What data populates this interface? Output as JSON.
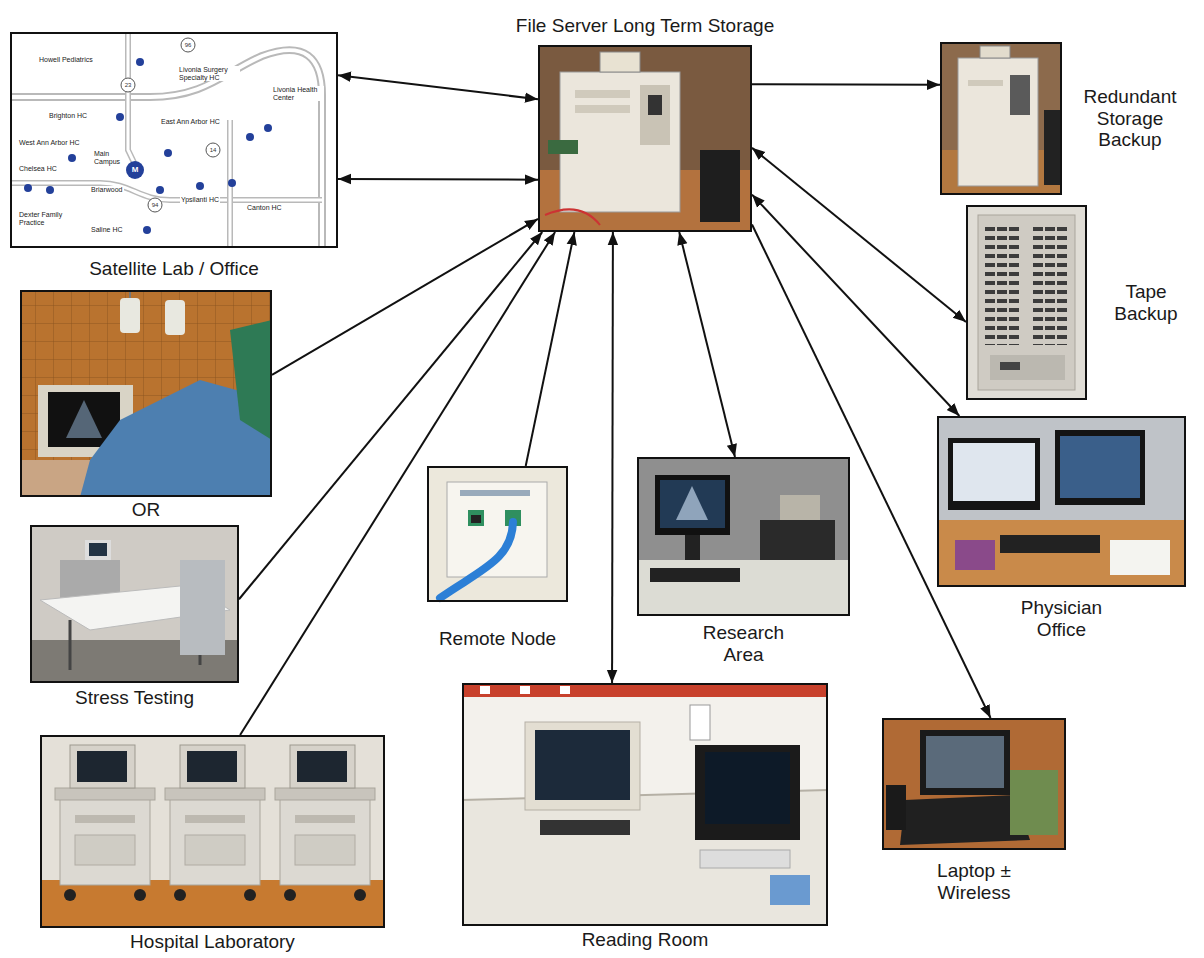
{
  "diagram": {
    "nodes": [
      {
        "text": [
          "File Server Long Term Storage"
        ]
      },
      {
        "text": [
          "Satellite Lab / Office"
        ]
      },
      {
        "text": [
          "Redundant Storage Backup"
        ]
      },
      {
        "text": [
          "Tape Backup"
        ]
      },
      {
        "text": [
          "OR"
        ]
      },
      {
        "text": [
          "Physician Office"
        ]
      },
      {
        "text": [
          "Stress Testing"
        ]
      },
      {
        "text": [
          "Remote Node"
        ]
      },
      {
        "text": [
          "Research Area"
        ]
      },
      {
        "text": [
          "Reading Room"
        ]
      },
      {
        "text": [
          "Laptop ± Wireless"
        ]
      },
      {
        "text": [
          "Hospital Laboratory"
        ]
      }
    ],
    "edges": [
      {
        "from": 1,
        "to": 0,
        "arrow": "both"
      },
      {
        "from": 1,
        "to": 0,
        "arrow": "both"
      },
      {
        "from": 0,
        "to": 2,
        "arrow": "to"
      },
      {
        "from": 0,
        "to": 3,
        "arrow": "both"
      },
      {
        "from": 0,
        "to": 5,
        "arrow": "both"
      },
      {
        "from": 0,
        "to": 10,
        "arrow": "to"
      },
      {
        "from": 0,
        "to": 9,
        "arrow": "both"
      },
      {
        "from": 0,
        "to": 8,
        "arrow": "both"
      },
      {
        "from": 7,
        "to": 0,
        "arrow": "to"
      },
      {
        "from": 4,
        "to": 0,
        "arrow": "to"
      },
      {
        "from": 6,
        "to": 0,
        "arrow": "to"
      },
      {
        "from": 11,
        "to": 0,
        "arrow": "to"
      }
    ],
    "labels": [
      "Howell Pediatrics",
      "Brighton HC",
      "Livonia Surgery Specialty HC",
      "Livonia Health Center",
      "East Ann Arbor HC",
      "West Ann Arbor HC",
      "Main Campus",
      "Chelsea HC",
      "Briarwood",
      "Ypsilanti HC",
      "Canton HC",
      "Dexter Family Practice",
      "Saline HC",
      "M",
      "96",
      "23",
      "14",
      "94"
    ]
  }
}
